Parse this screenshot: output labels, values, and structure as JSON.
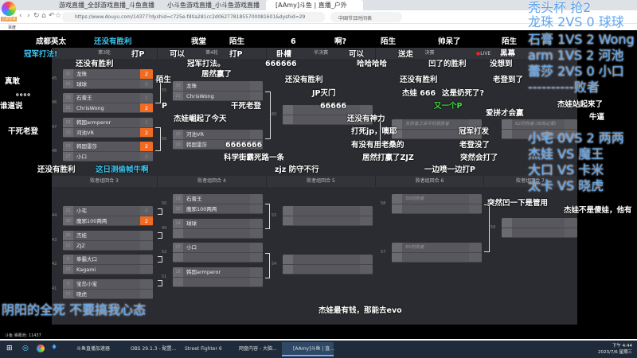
{
  "browser": {
    "tabs": [
      {
        "label": "游戏直播_全部游戏直播_斗鱼直播",
        "active": false
      },
      {
        "label": "小斗鱼游戏直播_小斗鱼游戏直播",
        "active": false
      },
      {
        "label": "[AAmy]斗鱼 | 直播_户外",
        "active": true
      }
    ],
    "url": "https://www.douyu.com/14377?dyshid=c725e-fd0a281cc2d0627781855700081601&dyshid=29",
    "search_value": "中国节日时间表",
    "bookmark": "百度",
    "app_badge": "立即登录"
  },
  "bracket": {
    "upper_headers": [
      "第3轮",
      "第4轮",
      "半决赛",
      "决赛",
      ""
    ],
    "lower_headers": [
      "败者组回合 3",
      "败者组回合 4",
      "败者组回合 5",
      "败者组回合 6",
      "败者组回合 7"
    ],
    "live_label": "LIVE",
    "upper_matches": [
      {
        "id": "45",
        "players": [
          {
            "seed": "32",
            "name": "龙珠",
            "score": "2",
            "win": true
          },
          {
            "seed": "24",
            "name": "球球",
            "score": "0",
            "win": false
          }
        ]
      },
      {
        "id": "46",
        "players": [
          {
            "seed": "13",
            "name": "石膏王",
            "score": "1",
            "win": false
          },
          {
            "seed": "21",
            "name": "ChrisWong",
            "score": "2",
            "win": true
          }
        ]
      },
      {
        "id": "47",
        "players": [
          {
            "seed": "18",
            "name": "韩国armperor",
            "score": "1",
            "win": false
          },
          {
            "seed": "10",
            "name": "河池VR",
            "score": "2",
            "win": true
          }
        ]
      },
      {
        "id": "48",
        "players": [
          {
            "seed": "19",
            "name": "韩国雷莎",
            "score": "2",
            "win": true
          },
          {
            "seed": "27",
            "name": "小口",
            "score": "0",
            "win": false
          }
        ]
      },
      {
        "id": "55",
        "players": [
          {
            "seed": "32",
            "name": "龙珠"
          },
          {
            "seed": "21",
            "name": "ChrisWong"
          }
        ]
      },
      {
        "id": "56",
        "players": [
          {
            "seed": "10",
            "name": "河池VR"
          },
          {
            "seed": "19",
            "name": "韩国雷莎"
          }
        ]
      },
      {
        "id": "60",
        "players": [
          {
            "seed": "",
            "name": ""
          },
          {
            "seed": "",
            "name": ""
          }
        ]
      },
      {
        "id": "63",
        "players": [
          {
            "seed": "",
            "name": "失败者之采平的获胜者",
            "placeholder": true
          },
          {
            "seed": "",
            "name": ""
          }
        ]
      },
      {
        "id": "",
        "players": [
          {
            "seed": "",
            "name": "62的败者 (如有必要)",
            "placeholder": true
          },
          {
            "seed": "",
            "name": ""
          }
        ]
      }
    ],
    "lower_matches": [
      {
        "id": "44",
        "players": [
          {
            "seed": "22",
            "name": "小宅",
            "score": "0",
            "win": false
          },
          {
            "seed": "30",
            "name": "魔邪100两两",
            "score": "2",
            "win": true
          }
        ]
      },
      {
        "id": "43",
        "players": [
          {
            "seed": "26",
            "name": "杰娃"
          },
          {
            "seed": "12",
            "name": "ZJZ"
          }
        ]
      },
      {
        "id": "42",
        "players": [
          {
            "seed": "5",
            "name": "拳霸大口"
          },
          {
            "seed": "23",
            "name": "Kagami"
          }
        ]
      },
      {
        "id": "41",
        "players": [
          {
            "seed": "3",
            "name": "宝岛小宝"
          },
          {
            "seed": "17",
            "name": "晓虎"
          }
        ]
      },
      {
        "id": "50",
        "players": [
          {
            "seed": "13",
            "name": "石膏王"
          },
          {
            "seed": "30",
            "name": "魔邪100两两"
          }
        ]
      },
      {
        "id": "49",
        "players": [
          {
            "seed": "24",
            "name": "球球"
          },
          {
            "seed": "",
            "name": ""
          }
        ]
      },
      {
        "id": "52",
        "players": [
          {
            "seed": "27",
            "name": "小口"
          },
          {
            "seed": "",
            "name": ""
          }
        ]
      },
      {
        "id": "51",
        "players": [
          {
            "seed": "18",
            "name": "韩国armperor"
          },
          {
            "seed": "",
            "name": ""
          }
        ]
      },
      {
        "id": "53",
        "players": [
          {
            "seed": "",
            "name": ""
          },
          {
            "seed": "",
            "name": ""
          }
        ]
      },
      {
        "id": "54",
        "players": [
          {
            "seed": "",
            "name": ""
          },
          {
            "seed": "",
            "name": ""
          }
        ]
      },
      {
        "id": "58",
        "players": [
          {
            "seed": "",
            "name": "56的败者",
            "placeholder": true
          },
          {
            "seed": "",
            "name": ""
          }
        ]
      },
      {
        "id": "57",
        "players": [
          {
            "seed": "",
            "name": "55的败者",
            "placeholder": true
          },
          {
            "seed": "",
            "name": ""
          }
        ]
      },
      {
        "id": "59",
        "players": [
          {
            "seed": "",
            "name": ""
          },
          {
            "seed": "",
            "name": ""
          }
        ]
      }
    ]
  },
  "danmaku": [
    {
      "text": "成都英太",
      "color": "white"
    },
    {
      "text": "还没有胜利",
      "color": "cyan"
    },
    {
      "text": "我堂",
      "color": "white"
    },
    {
      "text": "陌生",
      "color": "white"
    },
    {
      "text": "6",
      "color": "white"
    },
    {
      "text": "啊?",
      "color": "white"
    },
    {
      "text": "陌生",
      "color": "white"
    },
    {
      "text": "帅呆了",
      "color": "white"
    },
    {
      "text": "陌生",
      "color": "white"
    },
    {
      "text": "冠军打法!",
      "color": "cyan"
    },
    {
      "text": "打P",
      "color": "white"
    },
    {
      "text": "可以",
      "color": "white"
    },
    {
      "text": "打P",
      "color": "white"
    },
    {
      "text": "卧槽",
      "color": "white"
    },
    {
      "text": "可以",
      "color": "white"
    },
    {
      "text": "送走",
      "color": "white"
    },
    {
      "text": "黑幕",
      "color": "white"
    },
    {
      "text": "还没有胜利",
      "color": "white"
    },
    {
      "text": "冠军打法。",
      "color": "white"
    },
    {
      "text": "666666",
      "color": "white"
    },
    {
      "text": "哈哈哈哈",
      "color": "white"
    },
    {
      "text": "凹了的胜利",
      "color": "white"
    },
    {
      "text": "没想到",
      "color": "white"
    },
    {
      "text": "真敢",
      "color": "white"
    },
    {
      "text": "陌生",
      "color": "white"
    },
    {
      "text": "居然赢了",
      "color": "white"
    },
    {
      "text": "还没有胜利",
      "color": "white"
    },
    {
      "text": "还没有胜利",
      "color": "white"
    },
    {
      "text": "老登到了",
      "color": "white"
    },
    {
      "text": "杰娃站起来了",
      "color": "white"
    },
    {
      "text": "。。。。",
      "color": "white"
    },
    {
      "text": "JP灭门",
      "color": "white"
    },
    {
      "text": "杰娃 666",
      "color": "white"
    },
    {
      "text": "这是奶死了?",
      "color": "white"
    },
    {
      "text": "牛逼",
      "color": "white"
    },
    {
      "text": "谁道说",
      "color": "white"
    },
    {
      "text": "P",
      "color": "white"
    },
    {
      "text": "干死老登",
      "color": "white"
    },
    {
      "text": "66666",
      "color": "white"
    },
    {
      "text": "又一个P",
      "color": "green"
    },
    {
      "text": "杰娃崛起了今天",
      "color": "white"
    },
    {
      "text": "还没有神力",
      "color": "white"
    },
    {
      "text": "爱拼才会赢",
      "color": "white"
    },
    {
      "text": "干死老登",
      "color": "white"
    },
    {
      "text": "这日测偷帧牛啊",
      "color": "cyan"
    },
    {
      "text": "打死jp，噢耶",
      "color": "white"
    },
    {
      "text": "冠军打发",
      "color": "white"
    },
    {
      "text": "6666666",
      "color": "white"
    },
    {
      "text": "有没有用老桑的",
      "color": "white"
    },
    {
      "text": "老登没了",
      "color": "white"
    },
    {
      "text": "科学街霸死路一条",
      "color": "white"
    },
    {
      "text": "居然打赢了ZJZ",
      "color": "white"
    },
    {
      "text": "突然会打了",
      "color": "white"
    },
    {
      "text": "还没有胜利",
      "color": "white"
    },
    {
      "text": "zjz 防守不行",
      "color": "white"
    },
    {
      "text": "一边喷一边打P",
      "color": "white"
    },
    {
      "text": "杰娃最有钱，那能去evo",
      "color": "white"
    },
    {
      "text": "突然凹一下是管用",
      "color": "white"
    },
    {
      "text": "杰娃不是傻娃，他有",
      "color": "white"
    }
  ],
  "overlay_bottom_left": "阴阳的全死 不要搞我心态",
  "overlay_right": [
    "秃头杯 抢2",
    "龙珠 2VS 0 球球",
    "石膏 1VS 2 Wong",
    "arm 1VS 2 河池",
    "蕾莎 2VS 0 小口",
    "----------败者",
    "小宅 0VS 2 两两",
    "杰娃 VS 魔王",
    "大口 VS 卡米",
    "太卡 VS 晓虎"
  ],
  "stat_text": "斗鱼 弹幕池: 11437",
  "taskbar": {
    "items": [
      "斗鱼直播加速器",
      "OBS 29.1.3 - 配置...",
      "Street Fighter 6",
      "网盘内容 - 大脑...",
      "[AAmy]斗鱼 | 直..."
    ],
    "time": "下午 4:44",
    "date": "2023/7/6 星期三"
  },
  "colors": {
    "accent_win": "#f26b22",
    "panel_bg": "#2b2c31",
    "overlay_blue": "#5ea4ec",
    "danmaku_cyan": "#3ec6f0"
  }
}
